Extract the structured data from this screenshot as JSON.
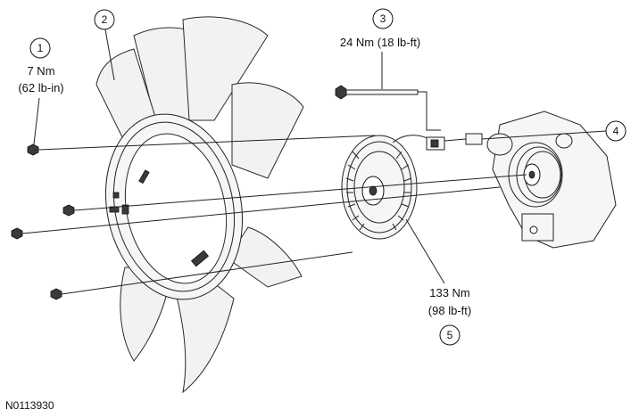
{
  "callouts": [
    {
      "number": "1",
      "torque_nm": "7 Nm",
      "torque_imperial": "(62 lb-in)"
    },
    {
      "number": "2"
    },
    {
      "number": "3",
      "torque": "24 Nm (18 lb-ft)"
    },
    {
      "number": "4"
    },
    {
      "number": "5",
      "torque_nm": "133 Nm",
      "torque_imperial": "(98 lb-ft)"
    }
  ],
  "figure_id": "N0113930"
}
